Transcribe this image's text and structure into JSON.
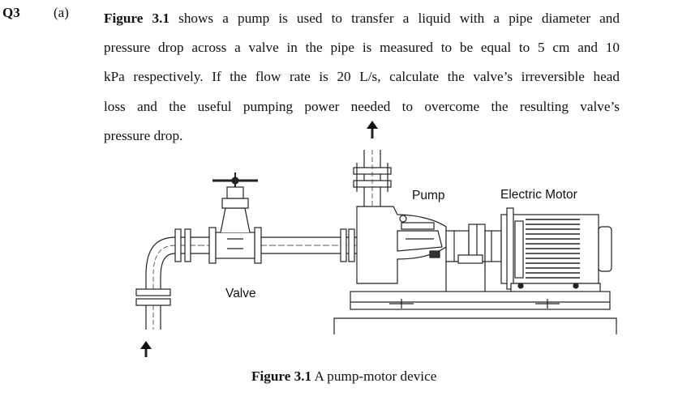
{
  "question": {
    "number": "Q3",
    "part": "(a)",
    "lines": [
      {
        "bold_prefix": "Figure 3.1",
        "text": " shows a pump is used to transfer a liquid with a pipe diameter and"
      },
      {
        "text": "pressure drop across a valve in the pipe is measured to be equal to 5 cm and 10"
      },
      {
        "text": "kPa respectively. If the flow rate is 20 L/s, calculate the valve’s irreversible head"
      },
      {
        "text": "loss and the useful pumping power needed to overcome the resulting valve’s"
      },
      {
        "text": "pressure drop."
      }
    ]
  },
  "figure": {
    "labels": {
      "pump": "Pump",
      "motor": "Electric Motor",
      "valve": "Valve"
    },
    "caption_bold": "Figure 3.1",
    "caption_text": " A pump-motor device"
  }
}
